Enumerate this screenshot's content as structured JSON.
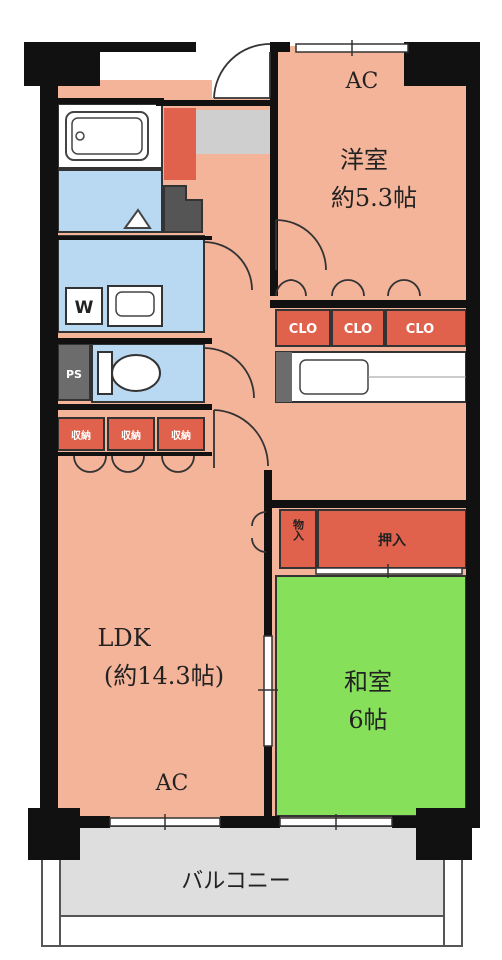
{
  "colors": {
    "wall": "#111111",
    "pink": "#f4b49a",
    "red": "#e0624c",
    "blue": "#b9d8f2",
    "green": "#87e05a",
    "gray": "#cfcfcf",
    "balcony": "#dedede",
    "white": "#ffffff"
  },
  "rooms": {
    "western_ac": "AC",
    "western_name": "洋室",
    "western_size": "約5.3帖",
    "ldk_name": "LDK",
    "ldk_size": "(約14.3帖)",
    "ldk_ac": "AC",
    "japanese_name": "和室",
    "japanese_size": "6帖",
    "balcony": "バルコニー"
  },
  "storage": {
    "clo1": "CLO",
    "clo2": "CLO",
    "clo3": "CLO",
    "oshiire": "押入",
    "oshiire_small": "物入",
    "shuno1": "収納",
    "shuno2": "収納",
    "shuno3": "収納",
    "ps": "PS",
    "washer": "W"
  },
  "icons": [
    "bathtub-icon",
    "washbasin-icon",
    "toilet-icon",
    "kitchen-counter-icon",
    "door-swing-icon",
    "window-icon"
  ]
}
